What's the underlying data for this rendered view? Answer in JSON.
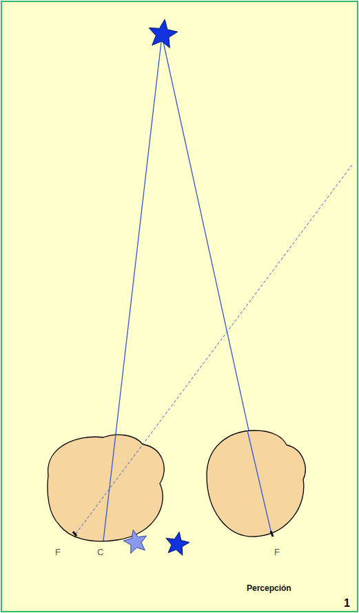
{
  "diagram": {
    "labels": [
      "F",
      "C",
      "F",
      "Percepción",
      "1"
    ]
  }
}
